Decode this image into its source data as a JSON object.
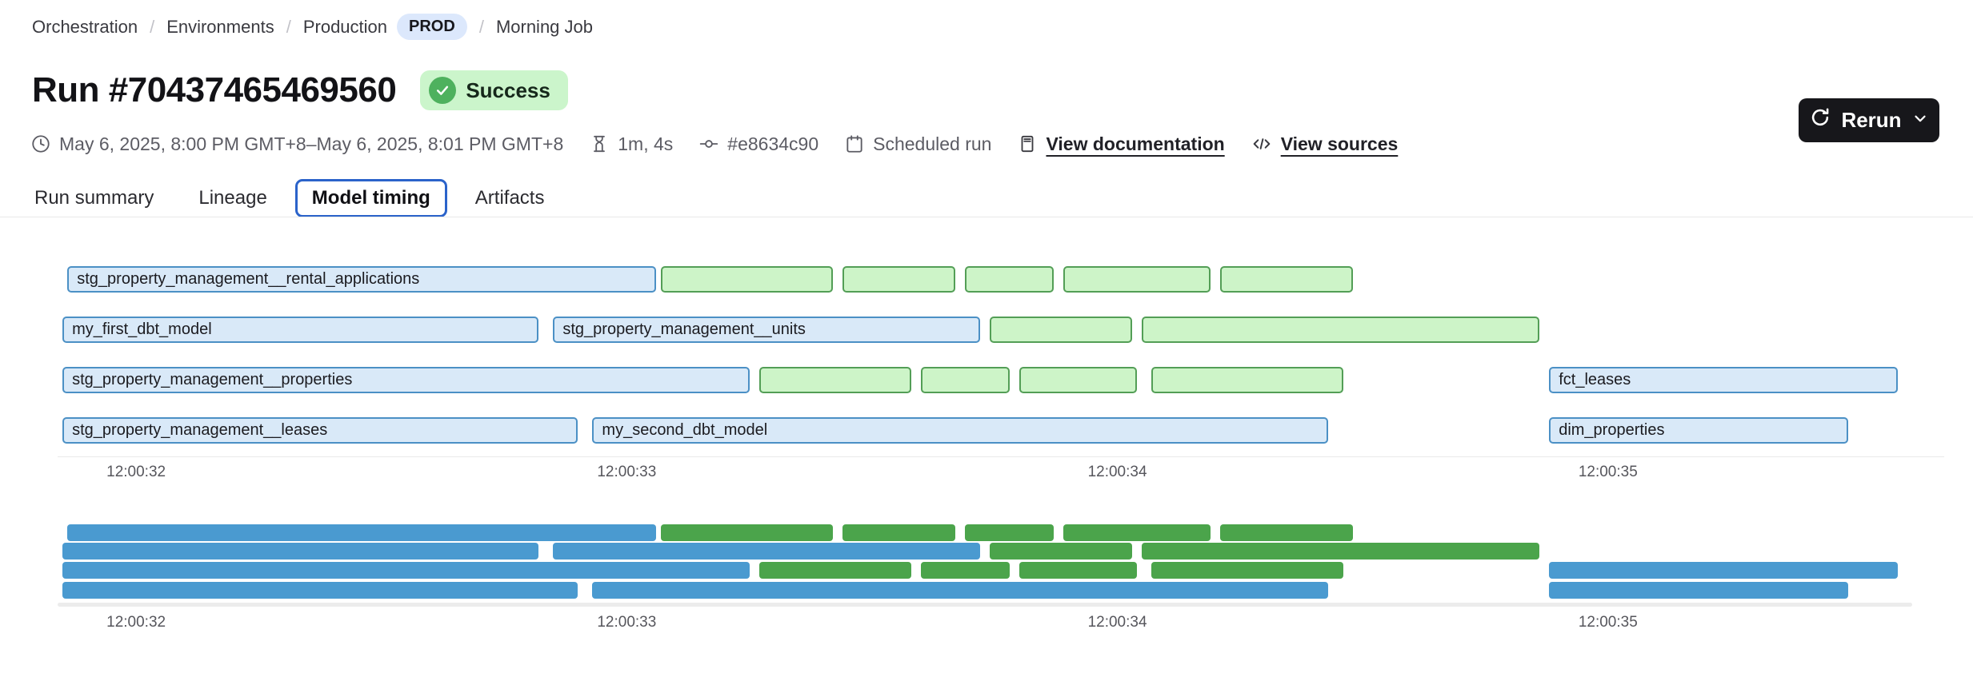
{
  "breadcrumb": {
    "separator": "/",
    "items": [
      {
        "label": "Orchestration"
      },
      {
        "label": "Environments"
      },
      {
        "label": "Production",
        "badge": "PROD"
      },
      {
        "label": "Morning Job"
      }
    ]
  },
  "header": {
    "title": "Run #70437465469560",
    "status_label": "Success",
    "status_icon": "✓",
    "rerun_label": "Rerun"
  },
  "meta": {
    "time_range": "May 6, 2025, 8:00 PM GMT+8–May 6, 2025, 8:01 PM GMT+8",
    "duration": "1m, 4s",
    "commit_sha": "#e8634c90",
    "trigger": "Scheduled run",
    "documentation_link": "View documentation",
    "sources_link": "View sources"
  },
  "tabs": [
    {
      "label": "Run summary",
      "selected": false
    },
    {
      "label": "Lineage",
      "selected": false
    },
    {
      "label": "Model timing",
      "selected": true
    },
    {
      "label": "Artifacts",
      "selected": false
    }
  ],
  "chart_data": {
    "type": "gantt",
    "description": "Model timing Gantt chart; blue bars are models (labeled), green bars are tests (unlabeled). Times in seconds after 12:00:00. Rendered twice: labeled main chart and solid-color minimap.",
    "time_domain": [
      31.84,
      35.62
    ],
    "ticks": [
      {
        "t": 32,
        "label": "12:00:32"
      },
      {
        "t": 33,
        "label": "12:00:33"
      },
      {
        "t": 34,
        "label": "12:00:34"
      },
      {
        "t": 35,
        "label": "12:00:35"
      }
    ],
    "rows": [
      [
        {
          "label": "stg_property_management__rental_applications",
          "kind": "model",
          "start": 31.86,
          "end": 33.06
        },
        {
          "label": "",
          "kind": "test",
          "start": 33.07,
          "end": 33.42
        },
        {
          "label": "",
          "kind": "test",
          "start": 33.44,
          "end": 33.67
        },
        {
          "label": "",
          "kind": "test",
          "start": 33.69,
          "end": 33.87
        },
        {
          "label": "",
          "kind": "test",
          "start": 33.89,
          "end": 34.19
        },
        {
          "label": "",
          "kind": "test",
          "start": 34.21,
          "end": 34.48
        }
      ],
      [
        {
          "label": "my_first_dbt_model",
          "kind": "model",
          "start": 31.85,
          "end": 32.82
        },
        {
          "label": "stg_property_management__units",
          "kind": "model",
          "start": 32.85,
          "end": 33.72
        },
        {
          "label": "",
          "kind": "test",
          "start": 33.74,
          "end": 34.03
        },
        {
          "label": "",
          "kind": "test",
          "start": 34.05,
          "end": 34.86
        }
      ],
      [
        {
          "label": "stg_property_management__properties",
          "kind": "model",
          "start": 31.85,
          "end": 33.25
        },
        {
          "label": "",
          "kind": "test",
          "start": 33.27,
          "end": 33.58
        },
        {
          "label": "",
          "kind": "test",
          "start": 33.6,
          "end": 33.78
        },
        {
          "label": "",
          "kind": "test",
          "start": 33.8,
          "end": 34.04
        },
        {
          "label": "",
          "kind": "test",
          "start": 34.07,
          "end": 34.46
        },
        {
          "label": "fct_leases",
          "kind": "model",
          "start": 34.88,
          "end": 35.59
        }
      ],
      [
        {
          "label": "stg_property_management__leases",
          "kind": "model",
          "start": 31.85,
          "end": 32.9
        },
        {
          "label": "my_second_dbt_model",
          "kind": "model",
          "start": 32.93,
          "end": 34.43
        },
        {
          "label": "dim_properties",
          "kind": "model",
          "start": 34.88,
          "end": 35.49
        }
      ]
    ],
    "colors": {
      "model_fill": "#d9e9f8",
      "model_border": "#4b90c5",
      "test_fill": "#cdf4c8",
      "test_border": "#539e56",
      "minimap_model": "#4a9ad0",
      "minimap_test": "#4ba44b"
    }
  },
  "ui_colors": {
    "accent_blue": "#2b63ca",
    "success_badge_bg": "#cbf5cb",
    "success_icon_bg": "#4eb15e",
    "prod_badge_bg": "#dce8fc",
    "rerun_button_bg": "#17171b"
  }
}
